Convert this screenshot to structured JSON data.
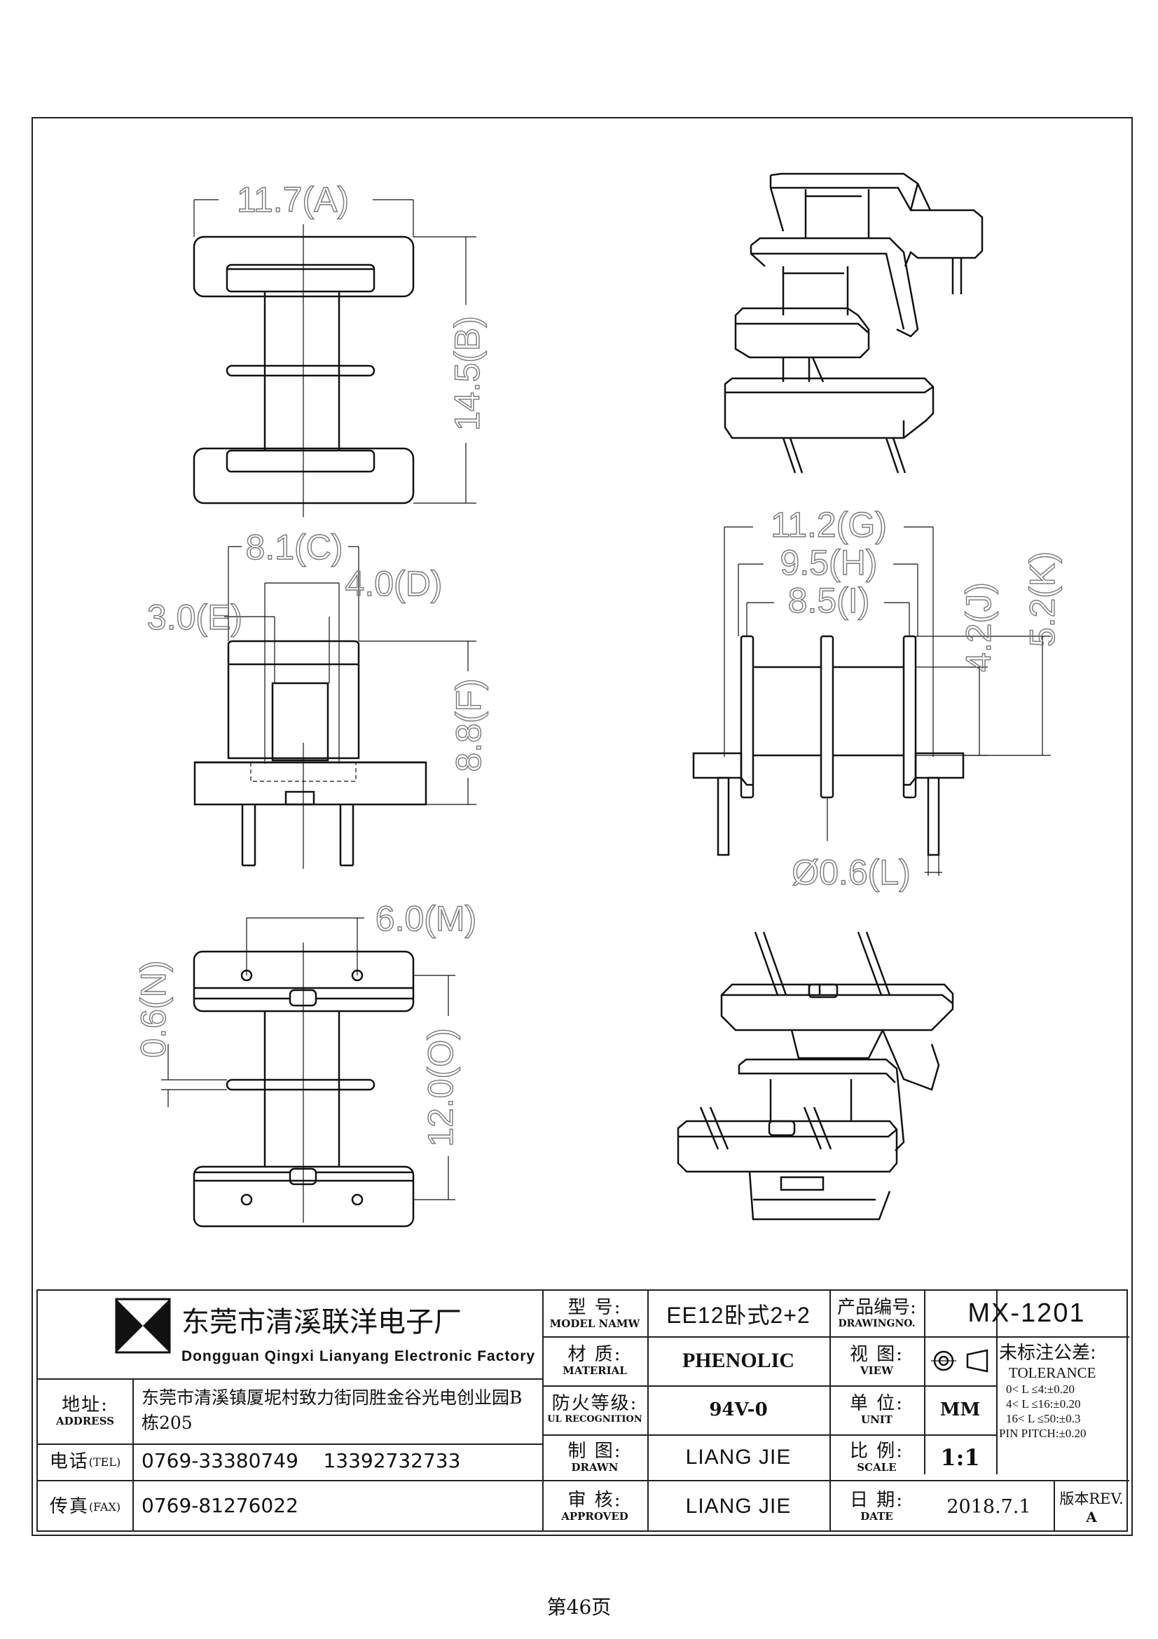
{
  "dimensions": {
    "A": "11.7(A)",
    "B": "14.5(B)",
    "C": "8.1(C)",
    "D": "4.0(D)",
    "E": "3.0(E)",
    "F": "8.8(F)",
    "G": "11.2(G)",
    "H": "9.5(H)",
    "I": "8.5(I)",
    "J": "4.2(J)",
    "K": "5.2(K)",
    "L": "Ø0.6(L)",
    "M": "6.0(M)",
    "N": "0.6(N)",
    "O": "12.0(O)"
  },
  "title_block": {
    "company_zh": "东莞市清溪联洋电子厂",
    "company_en": "Dongguan Qingxi Lianyang Electronic Factory",
    "address_label_zh": "地址:",
    "address_label_en": "ADDRESS",
    "address_value": "东莞市清溪镇厦坭村致力街同胜金谷光电创业园B栋205",
    "tel_label": "电话",
    "tel_label_en": "(TEL)",
    "tel_value": "0769-33380749    13392732733",
    "fax_label": "传真",
    "fax_label_en": "(FAX)",
    "fax_value": "0769-81276022",
    "model_label_zh": "型 号:",
    "model_label_en": "MODEL NAMW",
    "model_value": "EE12卧式2+2",
    "material_label_zh": "材 质:",
    "material_label_en": "MATERIAL",
    "material_value": "PHENOLIC",
    "ul_label_zh": "防火等级:",
    "ul_label_en": "UL RECOGNITION",
    "ul_value": "94V-0",
    "drawn_label_zh": "制 图:",
    "drawn_label_en": "DRAWN",
    "drawn_value": "LIANG JIE",
    "approved_label_zh": "审 核:",
    "approved_label_en": "APPROVED",
    "approved_value": "LIANG JIE",
    "drawingno_label_zh": "产品编号:",
    "drawingno_label_en": "DRAWINGNO.",
    "drawingno_value": "MX-1201",
    "view_label_zh": "视 图:",
    "view_label_en": "VIEW",
    "unit_label_zh": "单 位:",
    "unit_label_en": "UNIT",
    "unit_value": "MM",
    "scale_label_zh": "比 例:",
    "scale_label_en": "SCALE",
    "scale_value": "1:1",
    "date_label_zh": "日 期:",
    "date_label_en": "DATE",
    "date_value": "2018.7.1",
    "tolerance_title_zh": "未标注公差:",
    "tolerance_title_en": "TOLERANCE",
    "tolerance_lines": [
      "0< L ≤4:±0.20",
      "4< L ≤16:±0.20",
      "16< L ≤50:±0.3",
      "PIN PITCH:±0.20"
    ],
    "rev_label": "版本REV.",
    "rev_value": "A"
  },
  "page_label": "第46页"
}
